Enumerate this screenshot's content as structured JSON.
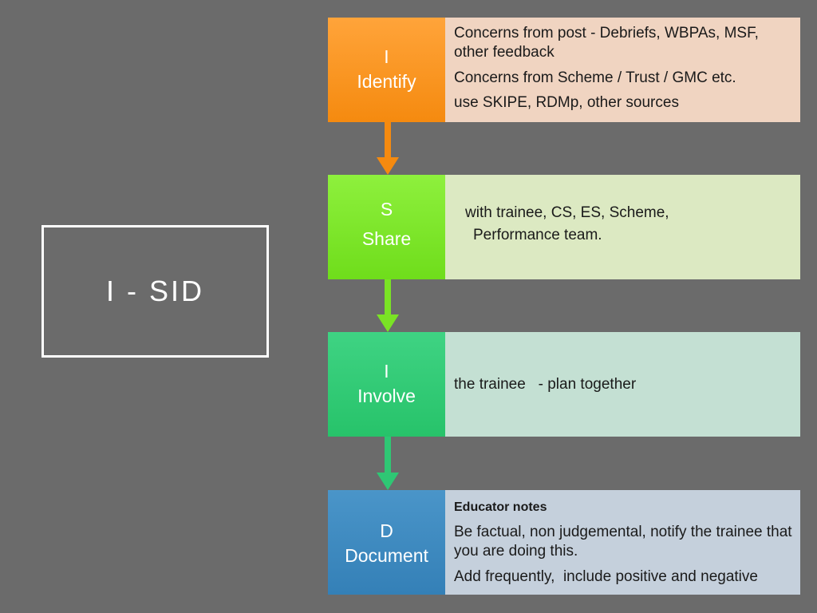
{
  "title": "I - SID",
  "colors": {
    "background": "#6b6b6b",
    "identify": "#f58a0f",
    "share": "#7ae325",
    "involve": "#2fc774",
    "document": "#3480b7"
  },
  "steps": [
    {
      "letter": "I",
      "word": "Identify",
      "lines": [
        "Concerns from post - Debriefs, WBPAs, MSF, other feedback",
        "Concerns from Scheme / Trust / GMC etc.",
        "use SKIPE, RDMp, other sources"
      ]
    },
    {
      "letter": "S",
      "word": "Share",
      "lines": [
        "with trainee, CS, ES, Scheme,",
        "Performance team."
      ]
    },
    {
      "letter": "I",
      "word": "Involve",
      "lines": [
        "the trainee   - plan together"
      ]
    },
    {
      "letter": "D",
      "word": "Document",
      "heading": "Educator notes",
      "lines": [
        "Be factual, non judgemental, notify the trainee that you are doing this.",
        "Add frequently,  include positive and negative"
      ]
    }
  ]
}
